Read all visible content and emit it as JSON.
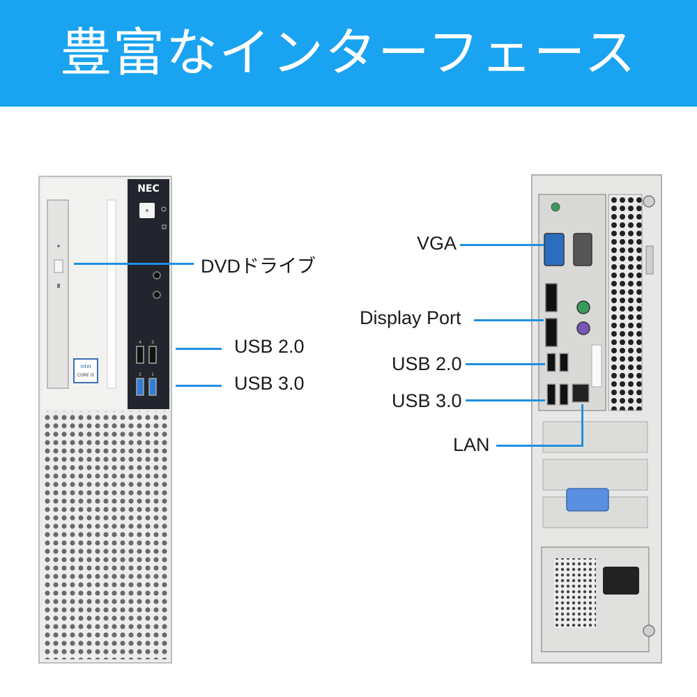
{
  "banner": {
    "title": "豊富なインターフェース",
    "color": "#1aa3f0"
  },
  "front": {
    "brand": "NEC",
    "labels": {
      "dvd": "DVDドライブ",
      "usb2": "USB 2.0",
      "usb3": "USB 3.0"
    }
  },
  "rear": {
    "labels": {
      "vga": "VGA",
      "displayport": "Display Port",
      "usb2": "USB 2.0",
      "usb3": "USB 3.0",
      "lan": "LAN"
    }
  },
  "colors": {
    "leader_line": "#1f8fe0",
    "usb3_port": "#2f7fd8",
    "ps2_green": "#3a9a5a",
    "ps2_purple": "#7a55b5",
    "vga_blue": "#2a6fbf"
  }
}
